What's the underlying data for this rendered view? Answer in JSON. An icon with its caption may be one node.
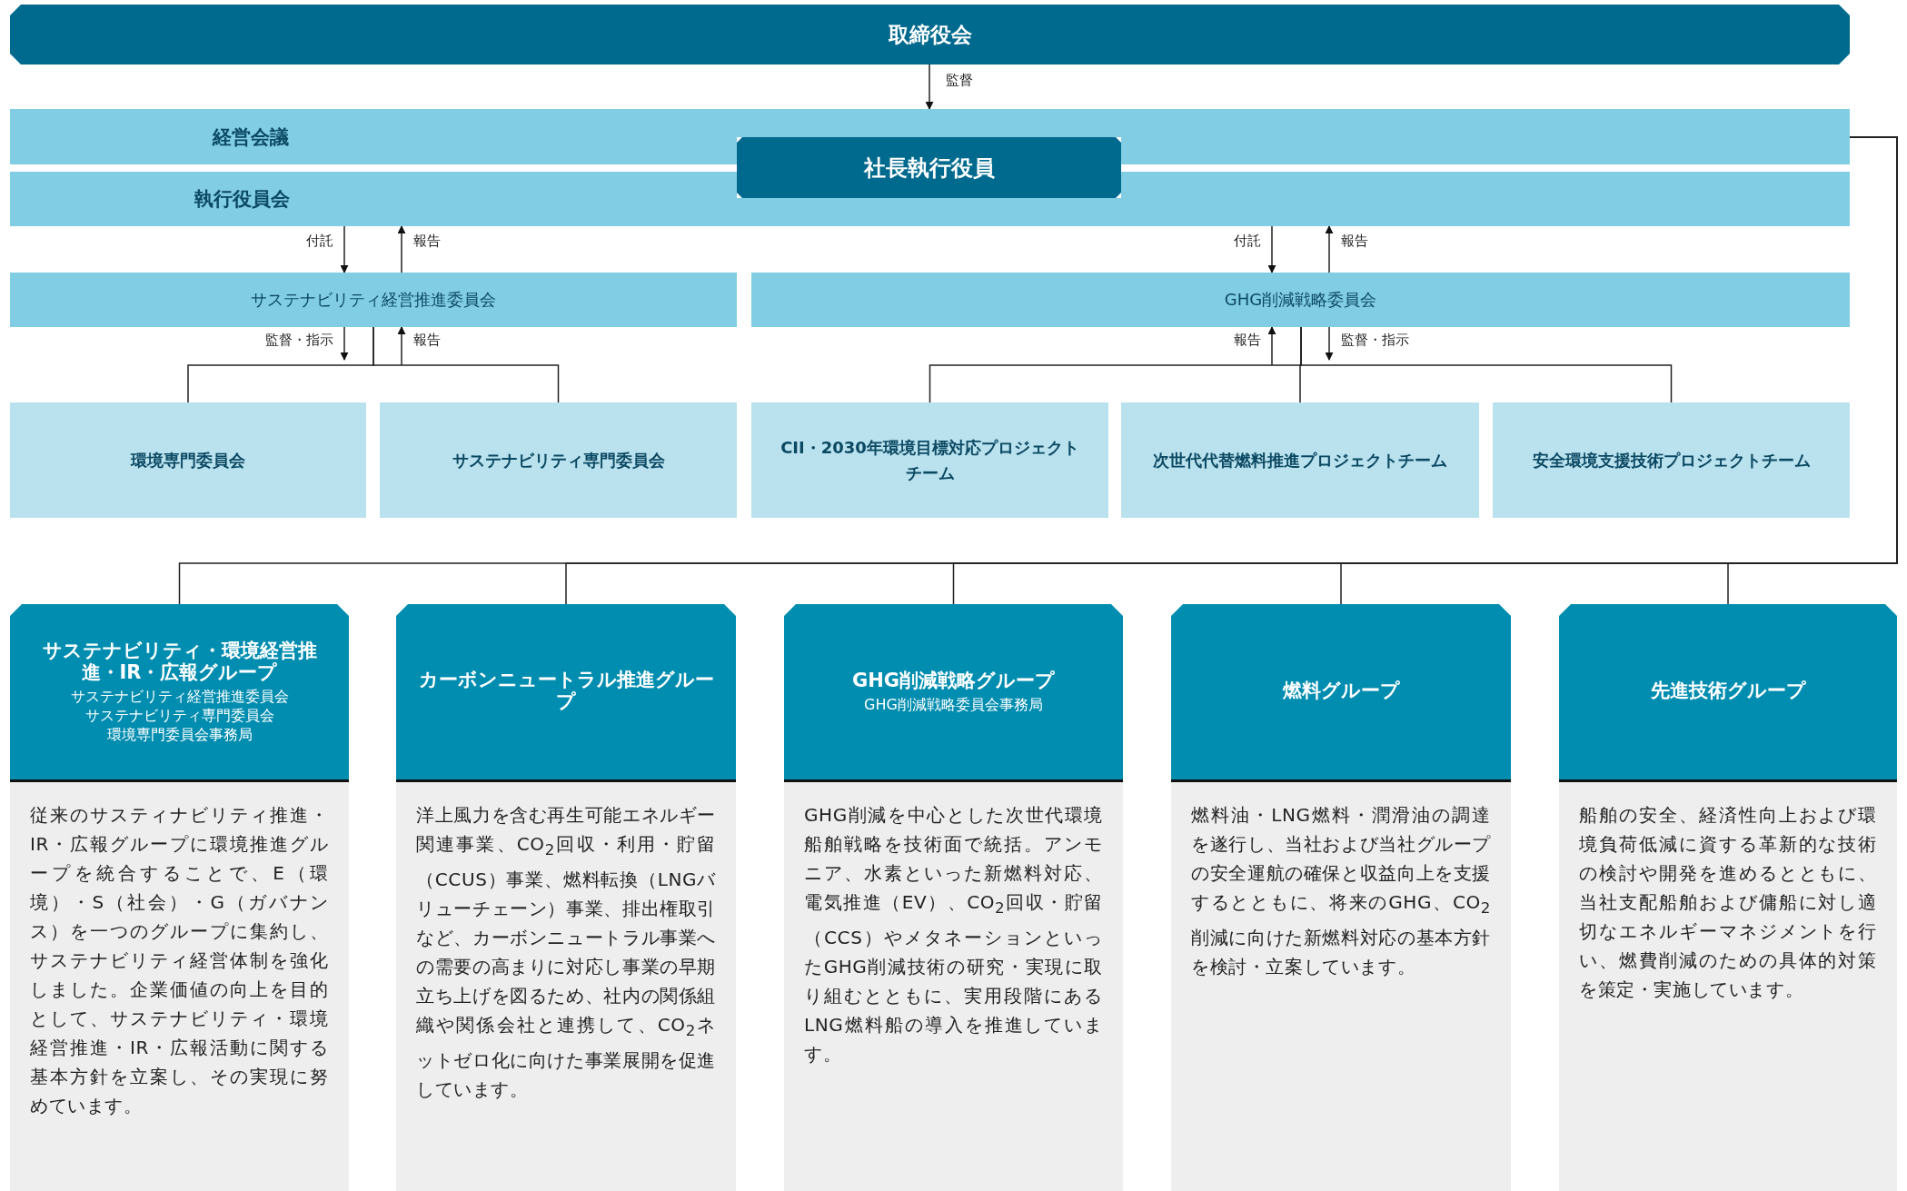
{
  "diagram": {
    "nodes": [
      {
        "text": [
          "取締役会"
        ]
      },
      {
        "text": [
          "経営会議"
        ]
      },
      {
        "text": [
          "執行役員会"
        ]
      },
      {
        "text": [
          "社長執行役員"
        ]
      },
      {
        "text": [
          "サステナビリティ経営推進委員会"
        ]
      },
      {
        "text": [
          "GHG削減戦略委員会"
        ]
      },
      {
        "text": [
          "環境専門委員会"
        ]
      },
      {
        "text": [
          "サステナビリティ専門委員会"
        ]
      },
      {
        "text": [
          "CII・2030年環境目標対応プロジェクトチーム"
        ]
      },
      {
        "text": [
          "次世代代替燃料推進プロジェクトチーム"
        ]
      },
      {
        "text": [
          "安全環境支援技術プロジェクトチーム"
        ]
      },
      {
        "text": [
          "サステナビリティ・環境経営推進・IR・広報グループ",
          "サステナビリティ経営推進委員会",
          "サステナビリティ専門委員会",
          "環境専門委員会事務局",
          "従来のサスティナビリティ推進・IR・広報グループに環境推進グループを統合することで、E（環境）・S（社会）・G（ガバナンス）を一つのグループに集約し、サステナビリティ経営体制を強化しました。企業価値の向上を目的として、サステナビリティ・環境経営推進・IR・広報活動に関する基本方針を立案し、その実現に努めています。"
        ]
      },
      {
        "text": [
          "カーボンニュートラル推進グループ",
          "洋上風力を含む再生可能エネルギー関連事業、CO$_{2}$回収・利用・貯留（CCUS）事業、燃料転換（LNGバリューチェーン）事業、排出権取引など、カーボンニュートラル事業への需要の高まりに対応し事業の早期立ち上げを図るため、社内の関係組織や関係会社と連携して、CO$_{2}$ネットゼロ化に向けた事業展開を促進しています。"
        ]
      },
      {
        "text": [
          "GHG削減戦略グループ",
          "GHG削減戦略委員会事務局",
          "GHG削減を中心とした次世代環境船舶戦略を技術面で統括。アンモニア、水素といった新燃料対応、電気推進（EV）、CO$_{2}$回収・貯留（CCS）やメタネーションといったGHG削減技術の研究・実現に取り組むとともに、実用段階にあるLNG燃料船の導入を推進しています。"
        ]
      },
      {
        "text": [
          "燃料グループ",
          "燃料油・LNG燃料・潤滑油の調達を遂行し、当社および当社グループの安全運航の確保と収益向上を支援するとともに、将来のGHG、CO$_{2}$削減に向けた新燃料対応の基本方針を検討・立案しています。"
        ]
      },
      {
        "text": [
          "先進技術グループ",
          "船舶の安全、経済性向上および環境負荷低減に資する革新的な技術の検討や開発を進めるとともに、当社支配船舶および傭船に対し適切なエネルギーマネジメントを行い、燃費削減のための具体的対策を策定・実施しています。"
        ]
      }
    ],
    "edges": [
      {
        "from": 0,
        "to": 1,
        "arrow": "to",
        "label": "監督"
      },
      {
        "from": 2,
        "to": 4,
        "arrow": "to",
        "label": "付託"
      },
      {
        "from": 4,
        "to": 2,
        "arrow": "to",
        "label": "報告"
      },
      {
        "from": 2,
        "to": 5,
        "arrow": "to",
        "label": "付託"
      },
      {
        "from": 5,
        "to": 2,
        "arrow": "to",
        "label": "報告"
      },
      {
        "from": 4,
        "to": null,
        "arrow": "to",
        "label": "監督・指示"
      },
      {
        "from": null,
        "to": 4,
        "arrow": "to",
        "label": "報告"
      },
      {
        "from": 4,
        "to": 6,
        "arrow": "none"
      },
      {
        "from": 4,
        "to": 7,
        "arrow": "none"
      },
      {
        "from": null,
        "to": 5,
        "arrow": "to",
        "label": "報告"
      },
      {
        "from": 5,
        "to": null,
        "arrow": "to",
        "label": "監督・指示"
      },
      {
        "from": 5,
        "to": 8,
        "arrow": "none"
      },
      {
        "from": 5,
        "to": 9,
        "arrow": "none"
      },
      {
        "from": 5,
        "to": 10,
        "arrow": "none"
      },
      {
        "from": 1,
        "to": 11,
        "arrow": "none"
      },
      {
        "from": 1,
        "to": 12,
        "arrow": "none"
      },
      {
        "from": 1,
        "to": 13,
        "arrow": "none"
      },
      {
        "from": 1,
        "to": 14,
        "arrow": "none"
      },
      {
        "from": 1,
        "to": 15,
        "arrow": "none"
      }
    ]
  }
}
